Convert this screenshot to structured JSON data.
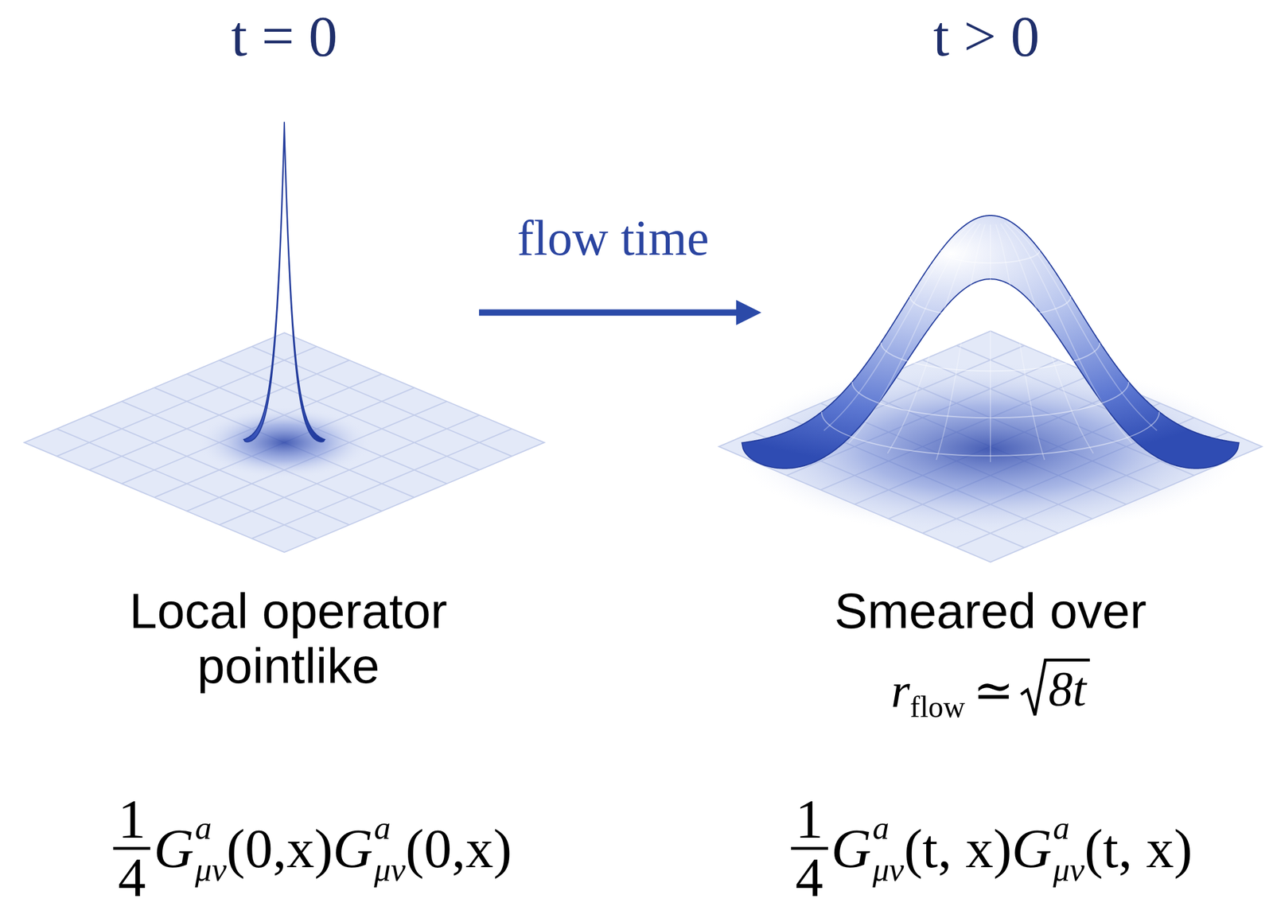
{
  "diagram": {
    "labels": [
      "t = 0",
      "t > 0",
      "flow time",
      "Local operator pointlike",
      "Smeared over",
      "r",
      "flow",
      "≃",
      "8t",
      "1",
      "4",
      "G",
      "a",
      "μν",
      "(0,x)",
      "G",
      "a",
      "μν",
      "(0,x)",
      "1",
      "4",
      "G",
      "a",
      "μν",
      "(t, x)",
      "G",
      "a",
      "μν",
      "(t, x)"
    ]
  }
}
